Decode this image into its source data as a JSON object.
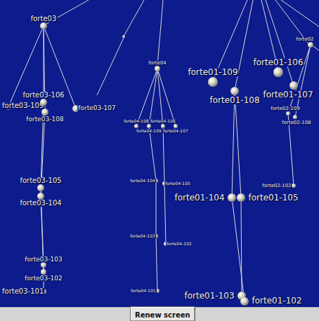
{
  "diagram": {
    "nodes": [
      {
        "text": [
          "forte03"
        ]
      },
      {
        "text": [
          "forte03-109"
        ]
      },
      {
        "text": [
          "forte03-106"
        ]
      },
      {
        "text": [
          "forte03-108"
        ]
      },
      {
        "text": [
          "forte03-107"
        ]
      },
      {
        "text": [
          "forte03-105"
        ]
      },
      {
        "text": [
          "forte03-104"
        ]
      },
      {
        "text": [
          "forte03-103"
        ]
      },
      {
        "text": [
          "forte03-102"
        ]
      },
      {
        "text": [
          "forte03-101"
        ]
      },
      {
        "text": [
          "forte04"
        ]
      },
      {
        "text": [
          "forte04-108"
        ]
      },
      {
        "text": [
          "forte04-109"
        ]
      },
      {
        "text": [
          "forte04-106"
        ]
      },
      {
        "text": [
          "forte04-107"
        ]
      },
      {
        "text": [
          "forte04-105"
        ]
      },
      {
        "text": [
          "forte04-104"
        ]
      },
      {
        "text": [
          "forte04-103"
        ]
      },
      {
        "text": [
          "forte04-102"
        ]
      },
      {
        "text": [
          "forte04-101"
        ]
      },
      {
        "text": [
          "forte01-109"
        ]
      },
      {
        "text": [
          "forte01-108"
        ]
      },
      {
        "text": [
          "forte01-106"
        ]
      },
      {
        "text": [
          "forte01-107"
        ]
      },
      {
        "text": [
          "forte01-105"
        ]
      },
      {
        "text": [
          "forte01-104"
        ]
      },
      {
        "text": [
          "forte01-103"
        ]
      },
      {
        "text": [
          "forte01-102"
        ]
      },
      {
        "text": [
          "forte02"
        ]
      },
      {
        "text": [
          "forte02-109"
        ]
      },
      {
        "text": [
          "forte02-108"
        ]
      },
      {
        "text": [
          "forte02-102"
        ]
      },
      {
        "text": [
          "Renew screen"
        ]
      }
    ],
    "edges": [
      {
        "from": 0,
        "to": 1,
        "arrow": "none"
      },
      {
        "from": 0,
        "to": 2,
        "arrow": "none"
      },
      {
        "from": 0,
        "to": 3,
        "arrow": "none"
      },
      {
        "from": 0,
        "to": 4,
        "arrow": "none"
      },
      {
        "from": 2,
        "to": 5,
        "arrow": "none"
      },
      {
        "from": 3,
        "to": 6,
        "arrow": "none"
      },
      {
        "from": 5,
        "to": 7,
        "arrow": "none"
      },
      {
        "from": 6,
        "to": 8,
        "arrow": "none"
      },
      {
        "from": 7,
        "to": 9,
        "arrow": "none"
      },
      {
        "from": 10,
        "to": 11,
        "arrow": "none"
      },
      {
        "from": 10,
        "to": 12,
        "arrow": "none"
      },
      {
        "from": 10,
        "to": 13,
        "arrow": "none"
      },
      {
        "from": 10,
        "to": 14,
        "arrow": "none"
      },
      {
        "from": 13,
        "to": 15,
        "arrow": "none"
      },
      {
        "from": 12,
        "to": 16,
        "arrow": "none"
      },
      {
        "from": 16,
        "to": 17,
        "arrow": "none"
      },
      {
        "from": 15,
        "to": 18,
        "arrow": "none"
      },
      {
        "from": 17,
        "to": 19,
        "arrow": "none"
      },
      {
        "from": 21,
        "to": 24,
        "arrow": "none"
      },
      {
        "from": 21,
        "to": 25,
        "arrow": "none"
      },
      {
        "from": 24,
        "to": 26,
        "arrow": "none"
      },
      {
        "from": 25,
        "to": 27,
        "arrow": "none"
      },
      {
        "from": 28,
        "to": 29,
        "arrow": "none"
      },
      {
        "from": 28,
        "to": 30,
        "arrow": "none"
      },
      {
        "from": 29,
        "to": 31,
        "arrow": "none"
      }
    ]
  }
}
